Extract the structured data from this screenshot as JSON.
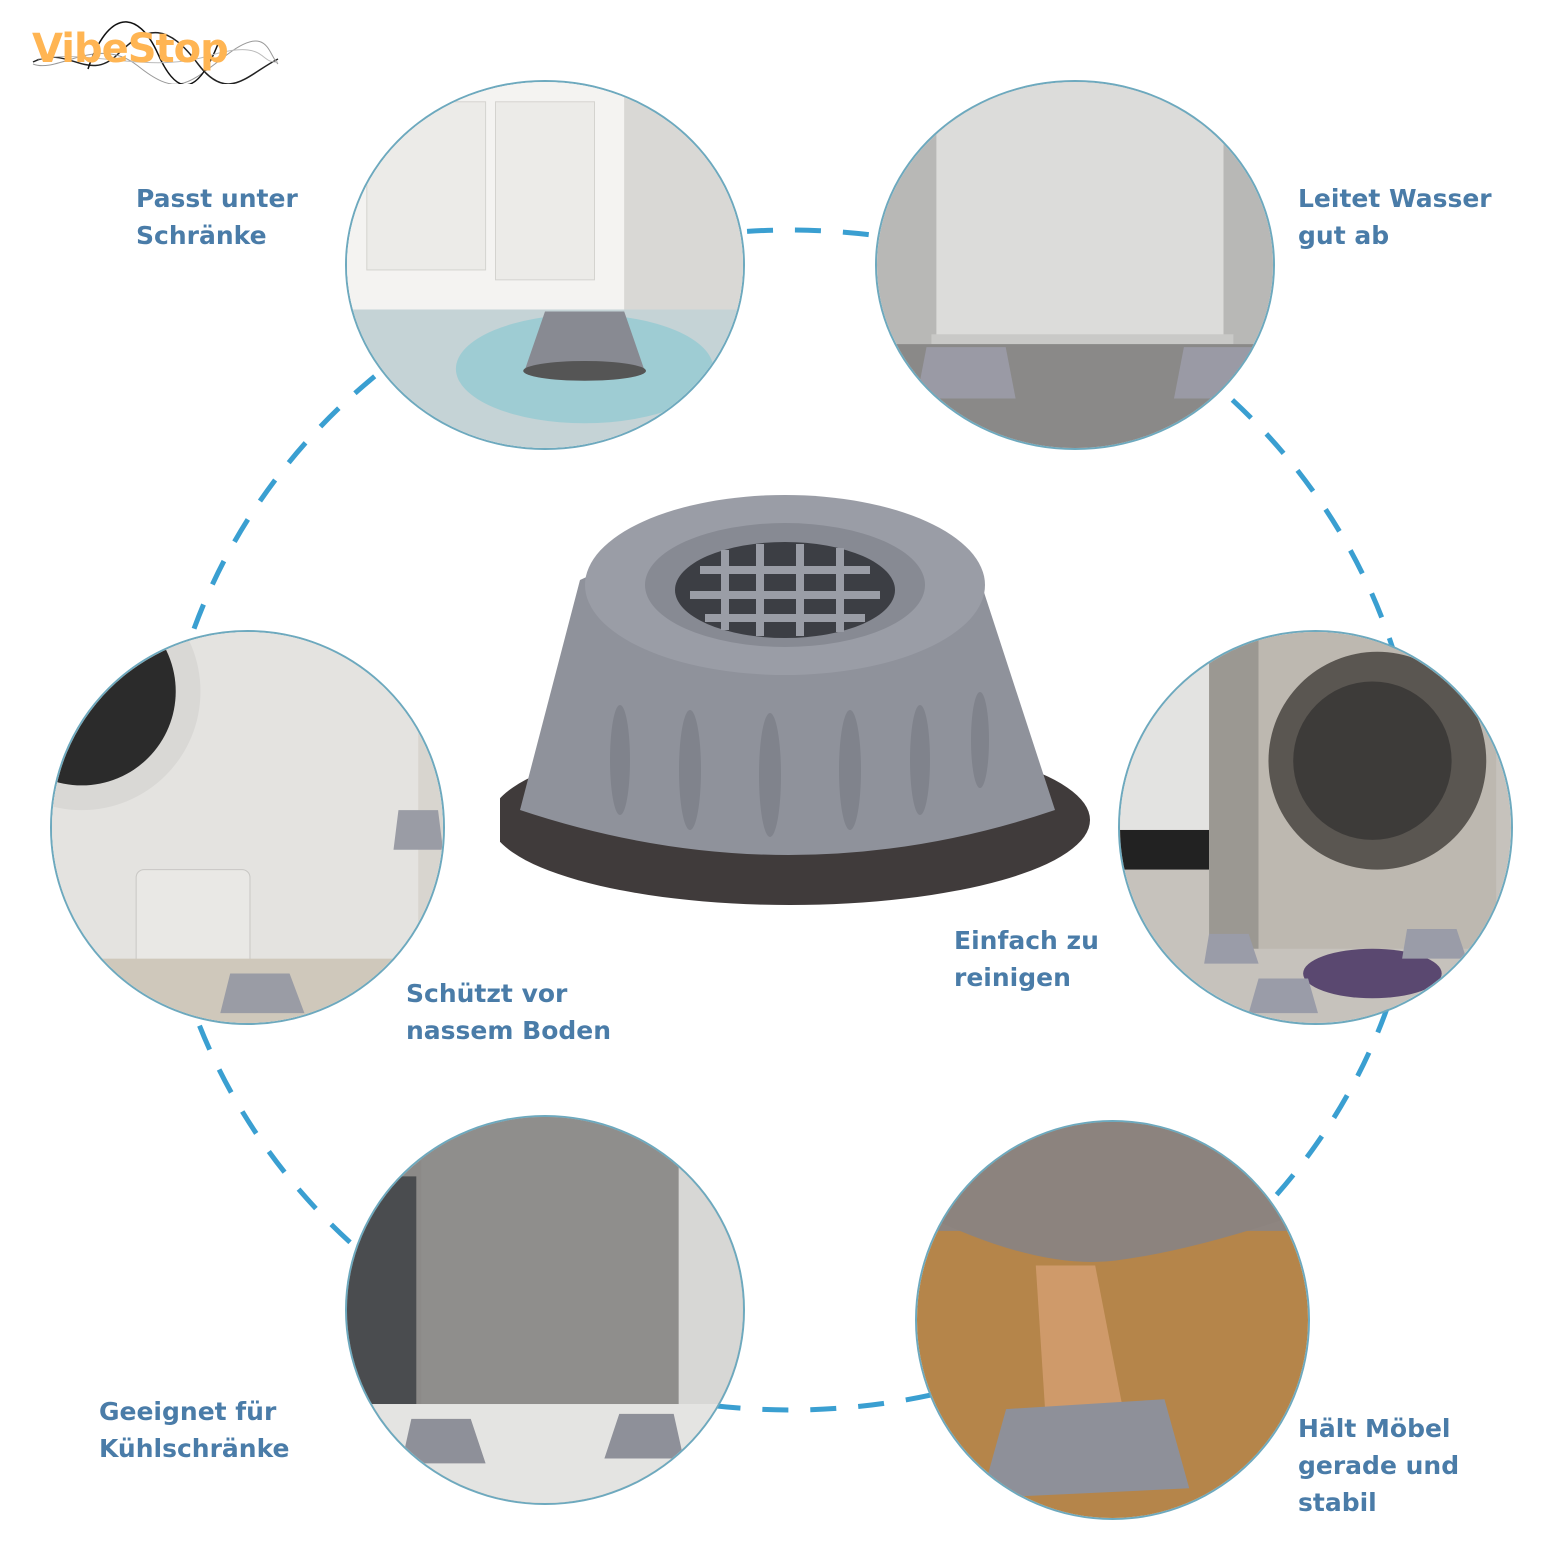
{
  "brand": {
    "name": "VibeStop",
    "color": "#ffb553"
  },
  "colors": {
    "label": "#4a7ca8",
    "dash": "#3a9fd1",
    "circle_border": "#6da9be",
    "pad_gray": "#8e9199",
    "pad_base": "#403b3b"
  },
  "product": {
    "name": "anti-vibration-pad",
    "icon": "rubber-pad-with-grid"
  },
  "features": [
    {
      "id": "cabinets",
      "label": "Passt unter\nSchränke",
      "photo": "white-cabinet-on-pad"
    },
    {
      "id": "water",
      "label": "Leitet Wasser\ngut ab",
      "photo": "fridge-on-pads"
    },
    {
      "id": "wet-floor",
      "label": "Schützt vor\nnassem Boden",
      "photo": "washing-machine-on-pads"
    },
    {
      "id": "clean",
      "label": "Einfach zu\nreinigen",
      "photo": "washing-machine-with-mop"
    },
    {
      "id": "fridge",
      "label": "Geeignet für\nKühlschränke",
      "photo": "refrigerator-on-pads"
    },
    {
      "id": "furniture",
      "label": "Hält Möbel\ngerade und\nstabil",
      "photo": "sofa-leg-on-pad"
    }
  ]
}
